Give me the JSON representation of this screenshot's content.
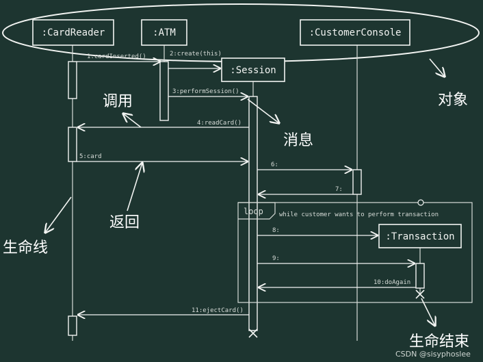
{
  "objects": {
    "card_reader": ":CardReader",
    "atm": ":ATM",
    "customer_console": ":CustomerConsole",
    "session": ":Session",
    "transaction": ":Transaction"
  },
  "messages": {
    "m1": "1:cardInserted()",
    "m2": "2:create(this)",
    "m3": "3:performSession()",
    "m4": "4:readCard()",
    "m5": "5:card",
    "m6": "6:",
    "m7": "7:",
    "m8": "8:",
    "m9": "9:",
    "m10": "10:doAgain",
    "m11": "11:ejectCard()"
  },
  "fragment": {
    "operator": "loop",
    "guard": "while customer wants to perform transaction"
  },
  "annotations": {
    "objects": "对象",
    "call": "调用",
    "message": "消息",
    "return": "返回",
    "lifeline": "生命线",
    "end_of_life": "生命结束"
  },
  "credit": "CSDN @sisyphoslee"
}
